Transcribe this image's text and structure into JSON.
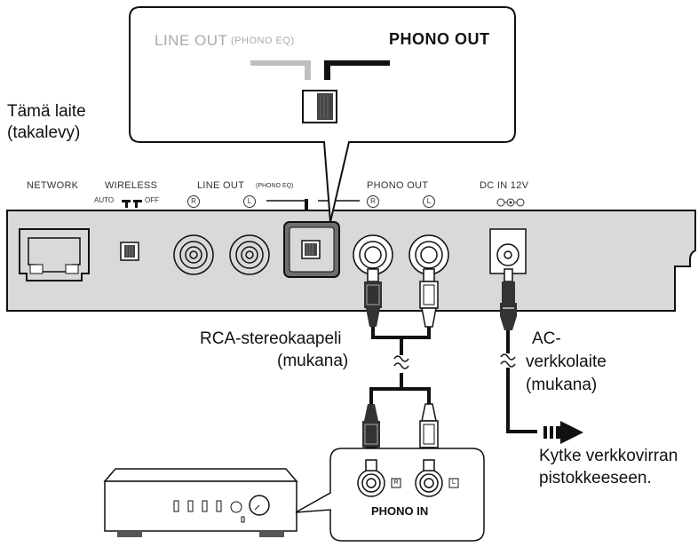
{
  "zoom_callout": {
    "line_out": "LINE OUT",
    "phono_eq": "(PHONO EQ)",
    "phono_out": "PHONO OUT"
  },
  "device_caption": {
    "line1": "Tämä laite",
    "line2": "(takalevy)"
  },
  "panel": {
    "network": "NETWORK",
    "wireless": "WIRELESS",
    "auto": "AUTO",
    "off": "OFF",
    "line_out": "LINE OUT",
    "phono_eq": "(PHONO EQ)",
    "phono_out": "PHONO OUT",
    "dc_in": "DC IN 12V",
    "r": "R",
    "l": "L"
  },
  "rca_cable": {
    "line1": "RCA-stereokaapeli",
    "line2": "(mukana)"
  },
  "ac_adapter": {
    "line1": "AC-",
    "line2": "verkkolaite",
    "line3": "(mukana)"
  },
  "outlet": {
    "line1": "Kytke verkkovirran",
    "line2": "pistokkeeseen."
  },
  "amp_callout": {
    "phono_in": "PHONO IN",
    "r": "R",
    "l": "L"
  },
  "colors": {
    "outline": "#111111",
    "panel_fill": "#d9d9d9",
    "light_gray": "#bfbfbf",
    "white": "#ffffff"
  }
}
